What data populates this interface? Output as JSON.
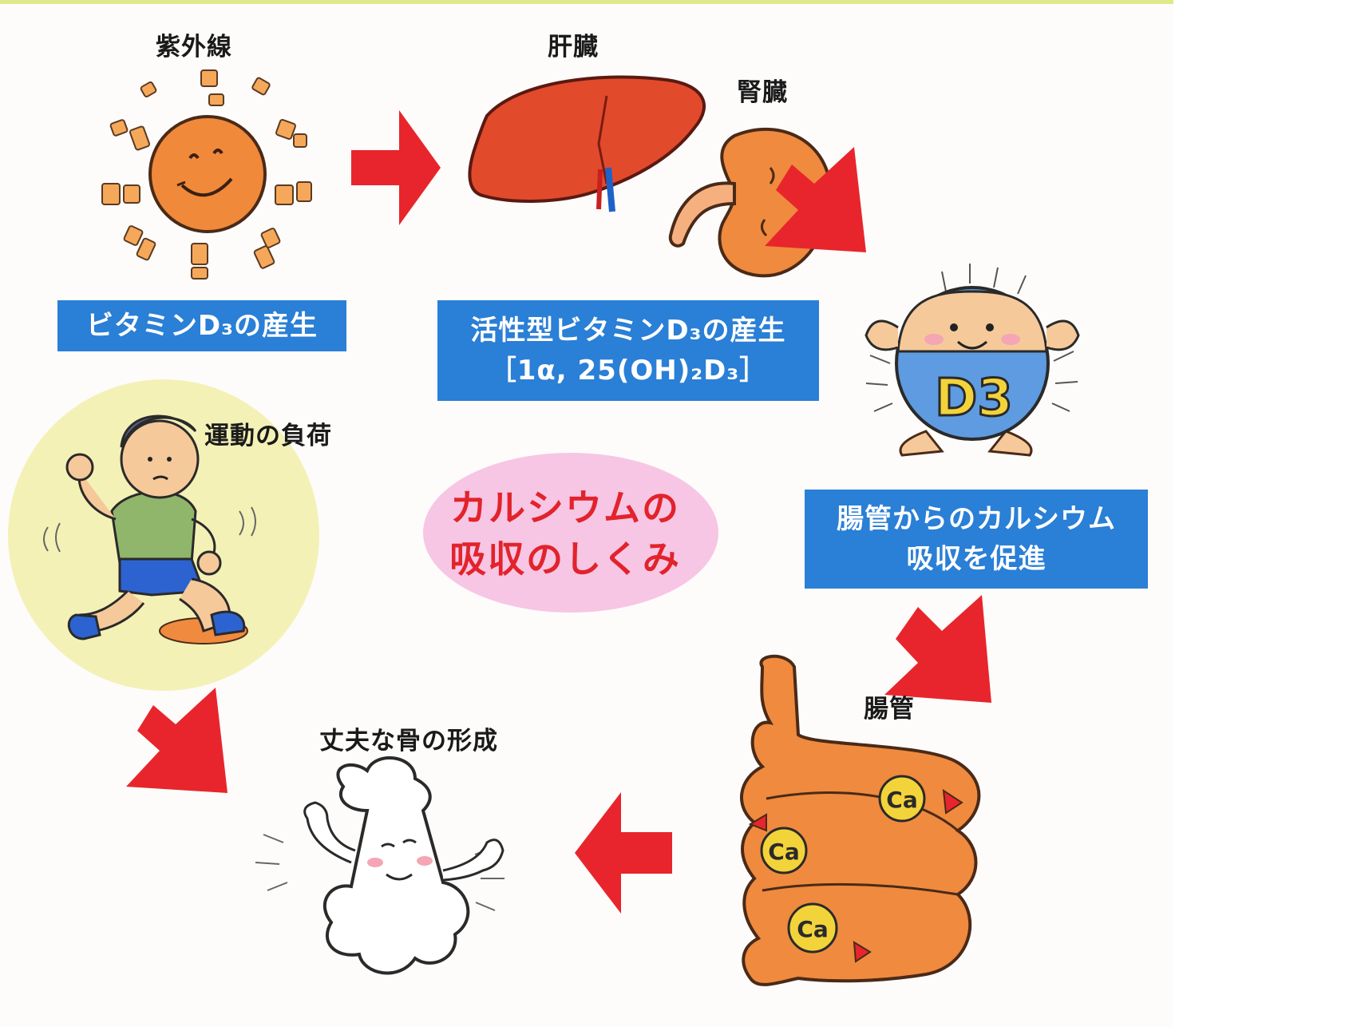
{
  "colors": {
    "arrow": "#e8252c",
    "box_blue": "#2a7fd6",
    "title_red": "#e2232c",
    "title_bubble": "#f7c6e4",
    "runner_bg": "#f3f1b6",
    "organ_orange": "#f08a3e",
    "liver_red": "#e24a2c"
  },
  "labels": {
    "uv": "紫外線",
    "liver": "肝臓",
    "kidney": "腎臓",
    "exercise": "運動の負荷",
    "intestine": "腸管",
    "bone": "丈夫な骨の形成"
  },
  "boxes": {
    "vitd3": "ビタミンD₃の産生",
    "active_line1": "活性型ビタミンD₃の産生",
    "active_line2": "［1α, 25(OH)₂D₃］",
    "absorb_line1": "腸管からのカルシウム",
    "absorb_line2": "吸収を促進"
  },
  "title": {
    "line1": "カルシウムの",
    "line2": "吸収のしくみ"
  },
  "character_text": {
    "d3_mascot": "D3",
    "calcium": "Ca"
  },
  "icons": [
    "sun-icon",
    "liver-icon",
    "kidney-icon",
    "vitamin-d3-mascot-icon",
    "intestine-icon",
    "bone-icon",
    "runner-icon"
  ]
}
